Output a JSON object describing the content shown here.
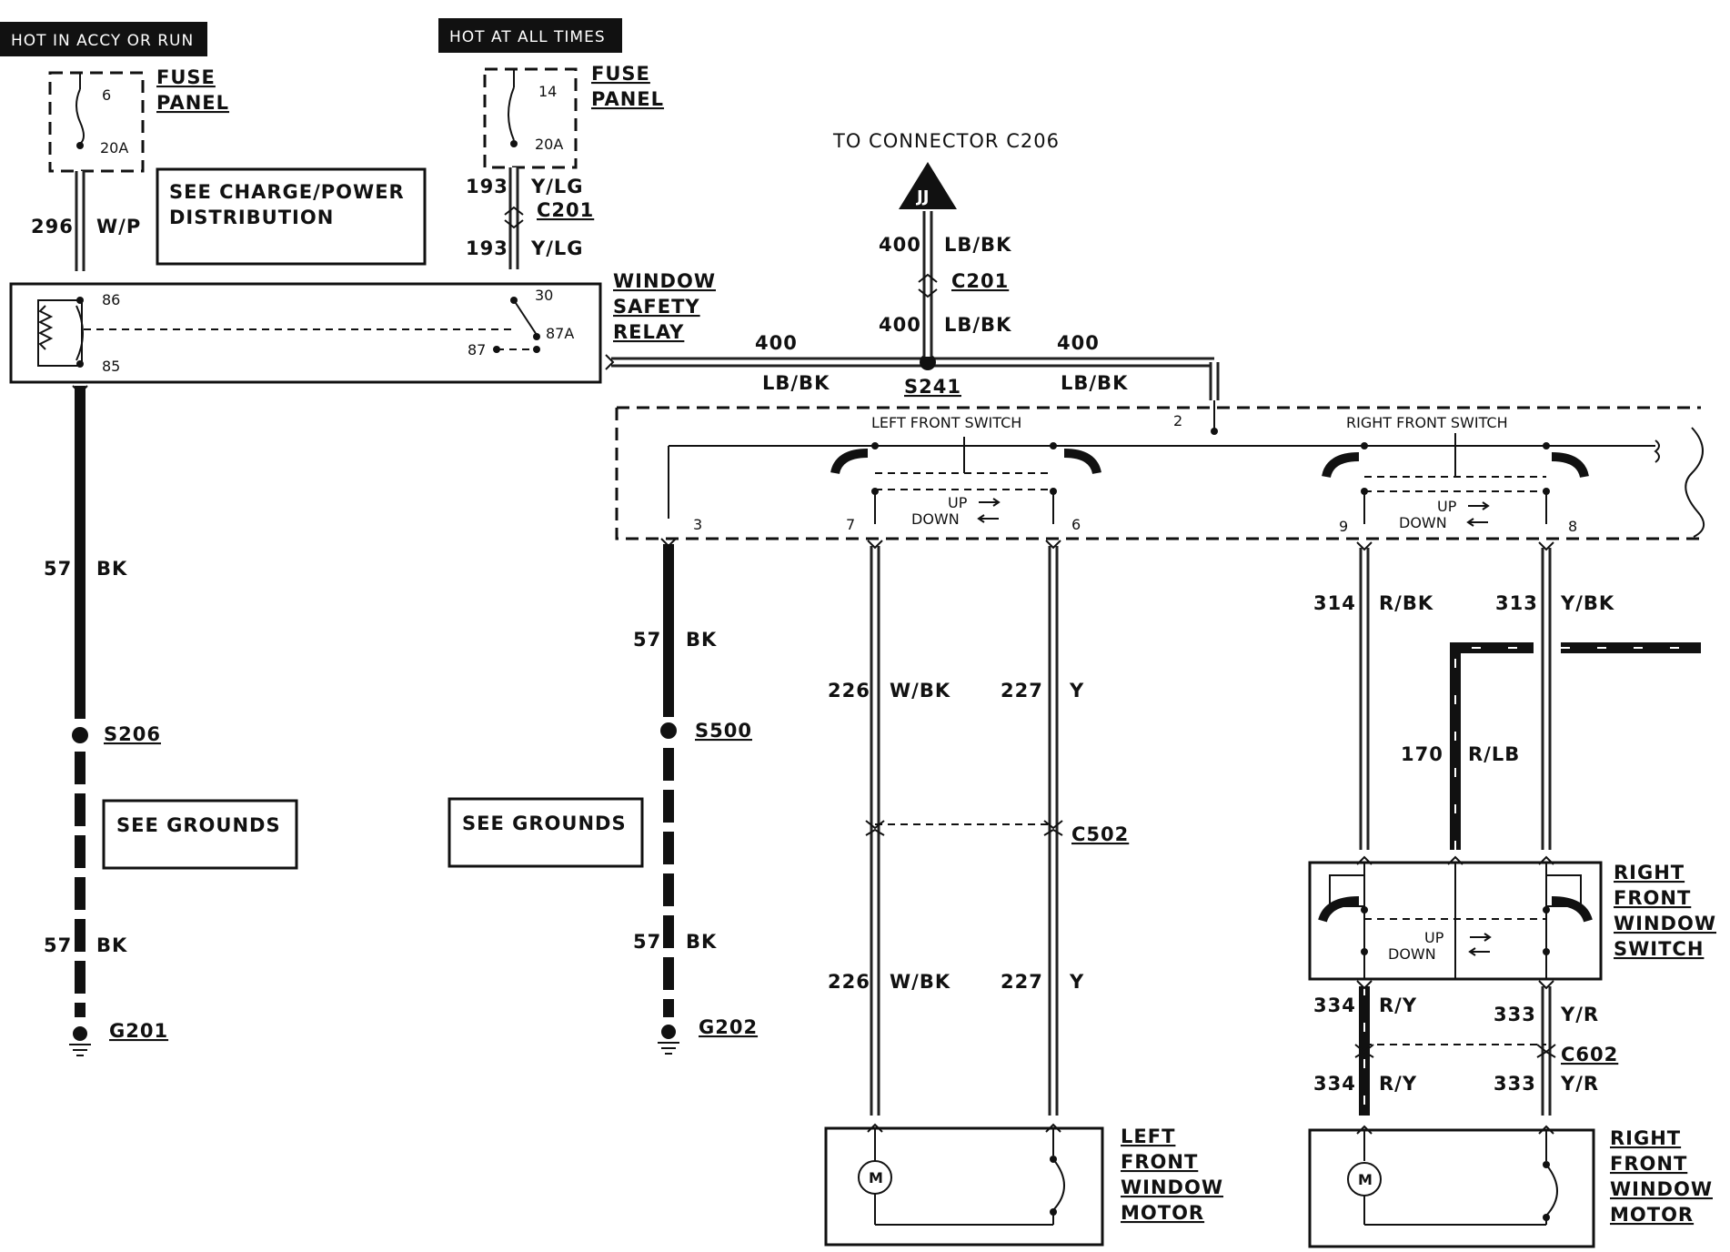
{
  "header_labels": {
    "hot_accy_run": "HOT IN ACCY OR RUN",
    "hot_all_times": "HOT AT ALL TIMES"
  },
  "fuse_panel_left": {
    "label_line1": "FUSE",
    "label_line2": "PANEL",
    "fuse_number": "6",
    "rating": "20A"
  },
  "fuse_panel_right": {
    "label_line1": "FUSE",
    "label_line2": "PANEL",
    "fuse_number": "14",
    "rating": "20A"
  },
  "see_charge": {
    "line1": "SEE CHARGE/POWER",
    "line2": "DISTRIBUTION"
  },
  "wires": {
    "w296": {
      "circuit": "296",
      "color": "W/P"
    },
    "w193_top": {
      "circuit": "193",
      "color": "Y/LG"
    },
    "w193_bot": {
      "circuit": "193",
      "color": "Y/LG"
    },
    "w400_up_top": {
      "circuit": "400",
      "color": "LB/BK"
    },
    "w400_up_bot": {
      "circuit": "400",
      "color": "LB/BK"
    },
    "w400_left": {
      "circuit": "400",
      "color": "LB/BK"
    },
    "w400_right": {
      "circuit": "400",
      "color": "LB/BK"
    },
    "w57_a": {
      "circuit": "57",
      "color": "BK"
    },
    "w57_b": {
      "circuit": "57",
      "color": "BK"
    },
    "w57_c": {
      "circuit": "57",
      "color": "BK"
    },
    "w57_d": {
      "circuit": "57",
      "color": "BK"
    },
    "w226_top": {
      "circuit": "226",
      "color": "W/BK"
    },
    "w226_bot": {
      "circuit": "226",
      "color": "W/BK"
    },
    "w227_top": {
      "circuit": "227",
      "color": "Y"
    },
    "w227_bot": {
      "circuit": "227",
      "color": "Y"
    },
    "w314": {
      "circuit": "314",
      "color": "R/BK"
    },
    "w313": {
      "circuit": "313",
      "color": "Y/BK"
    },
    "w170": {
      "circuit": "170",
      "color": "R/LB"
    },
    "w334_top": {
      "circuit": "334",
      "color": "R/Y"
    },
    "w334_bot": {
      "circuit": "334",
      "color": "R/Y"
    },
    "w333_top": {
      "circuit": "333",
      "color": "Y/R"
    },
    "w333_bot": {
      "circuit": "333",
      "color": "Y/R"
    }
  },
  "connectors": {
    "c201_left": "C201",
    "c201_right": "C201",
    "c206": "TO CONNECTOR C206",
    "c206_symbol": "JJ",
    "s241": "S241",
    "s206": "S206",
    "s500": "S500",
    "c502": "C502",
    "c602": "C602",
    "g201": "G201",
    "g202": "G202"
  },
  "relay": {
    "label_line1": "WINDOW",
    "label_line2": "SAFETY",
    "label_line3": "RELAY",
    "pin86": "86",
    "pin85": "85",
    "pin30": "30",
    "pin87a": "87A",
    "pin87": "87"
  },
  "master_switch": {
    "left_title": "LEFT FRONT SWITCH",
    "right_title": "RIGHT FRONT SWITCH",
    "pin2": "2",
    "pin3": "3",
    "pin7": "7",
    "pin6": "6",
    "pin9": "9",
    "pin8": "8",
    "up": "UP",
    "down": "DOWN"
  },
  "see_grounds_1": "SEE GROUNDS",
  "see_grounds_2": "SEE GROUNDS",
  "right_window_switch": {
    "line1": "RIGHT",
    "line2": "FRONT",
    "line3": "WINDOW",
    "line4": "SWITCH",
    "up": "UP",
    "down": "DOWN"
  },
  "left_motor": {
    "line1": "LEFT",
    "line2": "FRONT",
    "line3": "WINDOW",
    "line4": "MOTOR",
    "symbol": "M"
  },
  "right_motor": {
    "line1": "RIGHT",
    "line2": "FRONT",
    "line3": "WINDOW",
    "line4": "MOTOR",
    "symbol": "M"
  }
}
